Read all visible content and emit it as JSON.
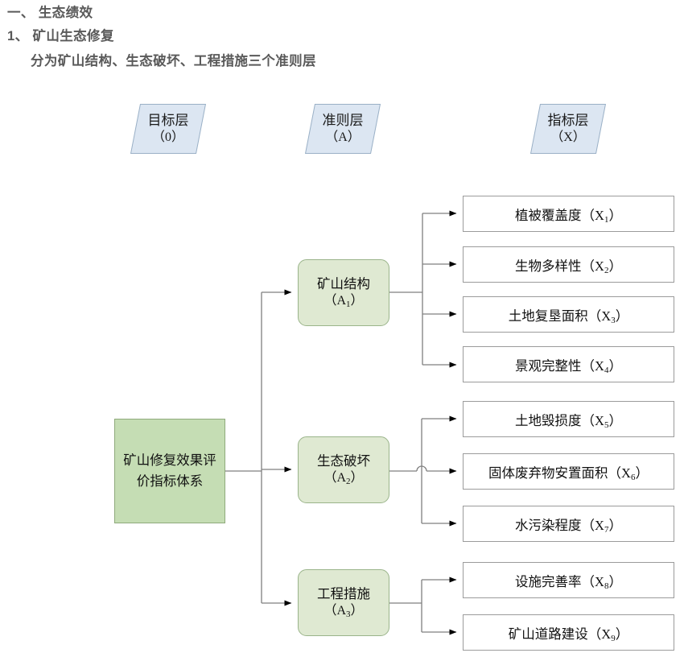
{
  "heading": {
    "line1": "一、 生态绩效",
    "line2": "1、 矿山生态修复",
    "line3": "分为矿山结构、生态破坏、工程措施三个准则层"
  },
  "colors": {
    "heading_text": "#595959",
    "layer_tag_fill": "#dce6f2",
    "layer_tag_border": "#9ab0c6",
    "goal_fill": "#c5ddb4",
    "goal_border": "#8faa7c",
    "criterion_fill": "#dfe9d2",
    "criterion_border": "#9ab48a",
    "indicator_fill": "#ffffff",
    "indicator_border": "#9b9b9b",
    "wire": "#7f7f7f",
    "arrow": "#000000"
  },
  "layer_tags": [
    {
      "name": "目标层",
      "code": "（0）"
    },
    {
      "name": "准则层",
      "code": "（A）"
    },
    {
      "name": "指标层",
      "code": "（X）"
    }
  ],
  "goal": {
    "label": "矿山修复效果评价指标体系"
  },
  "criteria": [
    {
      "name": "矿山结构",
      "code_prefix": "（A",
      "code_sub": "1",
      "code_suffix": "）"
    },
    {
      "name": "生态破坏",
      "code_prefix": "（A",
      "code_sub": "2",
      "code_suffix": "）"
    },
    {
      "name": "工程措施",
      "code_prefix": "（A",
      "code_sub": "3",
      "code_suffix": "）"
    }
  ],
  "indicators": [
    {
      "name": "植被覆盖度（X",
      "sub": "1",
      "tail": "）"
    },
    {
      "name": "生物多样性（X",
      "sub": "2",
      "tail": "）"
    },
    {
      "name": "土地复垦面积（X",
      "sub": "3",
      "tail": "）"
    },
    {
      "name": "景观完整性（X",
      "sub": "4",
      "tail": "）"
    },
    {
      "name": "土地毁损度（X",
      "sub": "5",
      "tail": "）"
    },
    {
      "name": "固体废弃物安置面积（X",
      "sub": "6",
      "tail": "）"
    },
    {
      "name": "水污染程度（X",
      "sub": "7",
      "tail": "）"
    },
    {
      "name": "设施完善率（X",
      "sub": "8",
      "tail": "）"
    },
    {
      "name": "矿山道路建设（X",
      "sub": "9",
      "tail": "）"
    }
  ]
}
